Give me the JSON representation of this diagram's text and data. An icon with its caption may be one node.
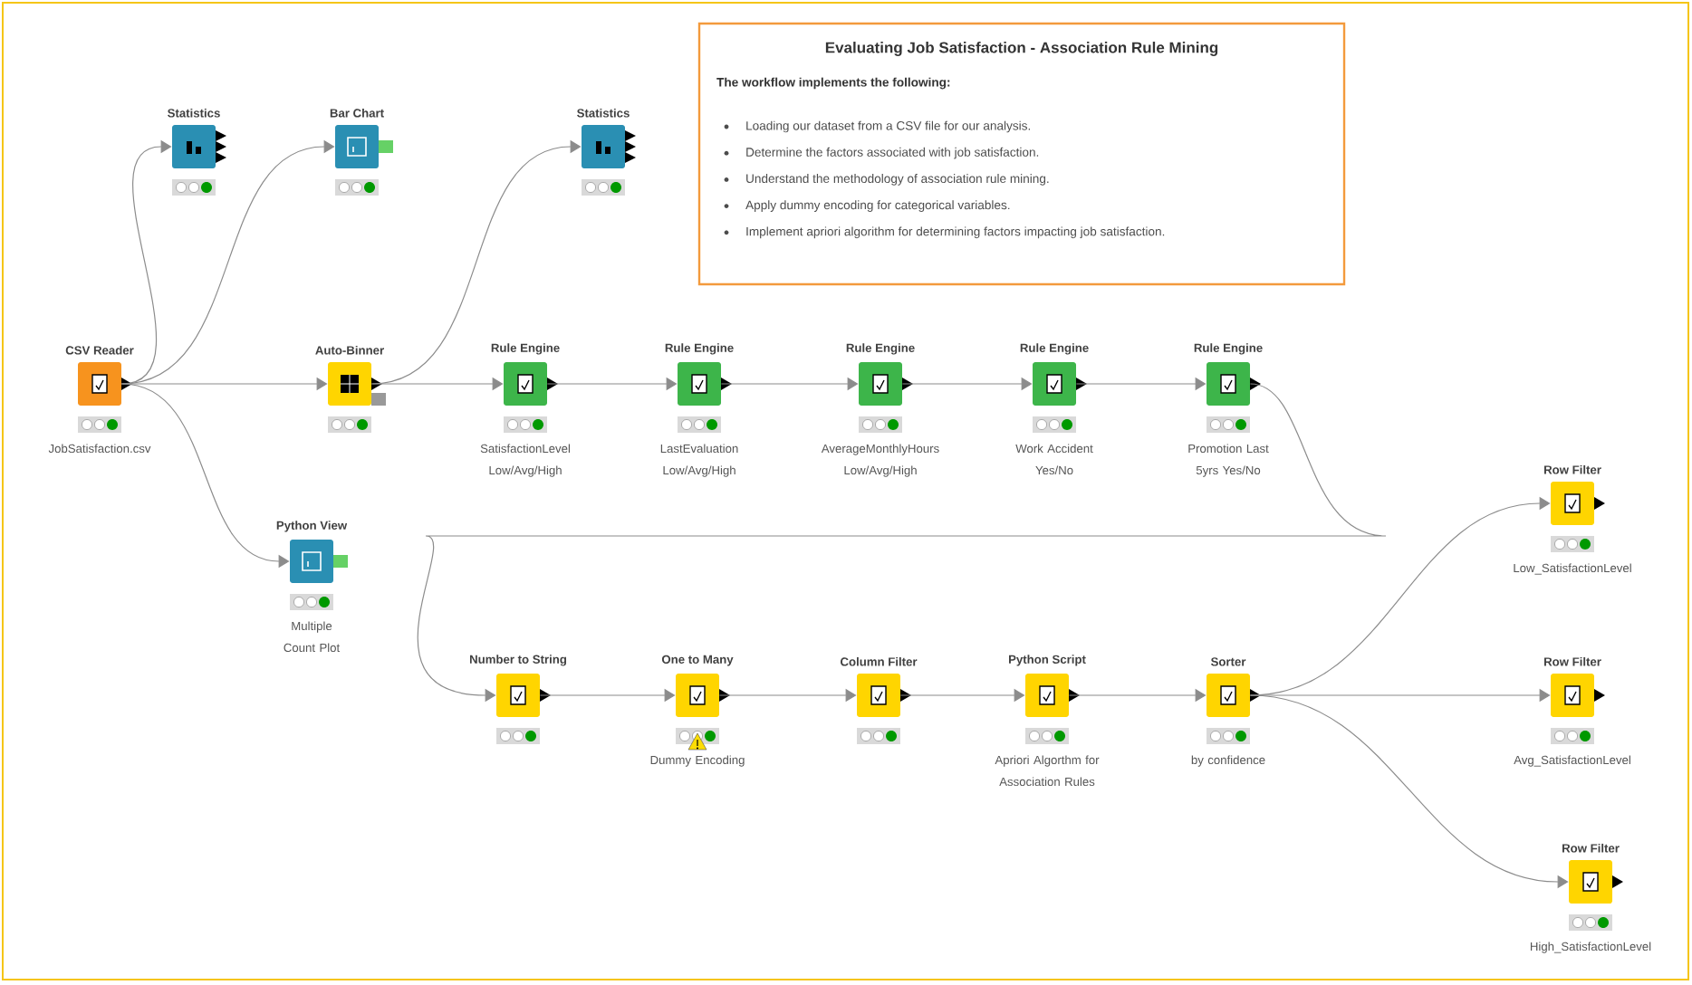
{
  "diagram": {
    "nodes": [
      {
        "text": [
          "Evaluating Job Satisfaction - Association Rule Mining",
          "The workflow implements the following:",
          "Loading our dataset from a CSV file for our analysis.",
          "Determine the factors associated with job satisfaction.",
          "Understand the methodology of association rule mining.",
          "Apply dummy encoding for categorical variables.",
          "Implement apriori algorithm for determining factors impacting job satisfaction."
        ]
      },
      {
        "text": [
          "Statistics"
        ]
      },
      {
        "text": [
          "Bar Chart"
        ]
      },
      {
        "text": [
          "Statistics"
        ]
      },
      {
        "text": [
          "CSV Reader"
        ],
        "beside": [
          "JobSatisfaction.csv"
        ]
      },
      {
        "text": [
          "Auto-Binner"
        ]
      },
      {
        "text": [
          "Rule Engine"
        ],
        "beside": [
          "SatisfactionLevel Low/Avg/High"
        ]
      },
      {
        "text": [
          "Rule Engine"
        ],
        "beside": [
          "LastEvaluation Low/Avg/High"
        ]
      },
      {
        "text": [
          "Rule Engine"
        ],
        "beside": [
          "AverageMonthlyHours Low/Avg/High"
        ]
      },
      {
        "text": [
          "Rule Engine"
        ],
        "beside": [
          "Work Accident Yes/No"
        ]
      },
      {
        "text": [
          "Rule Engine"
        ],
        "beside": [
          "Promotion Last 5yrs Yes/No"
        ]
      },
      {
        "text": [
          "Python View"
        ],
        "beside": [
          "Multiple Count Plot"
        ]
      },
      {
        "text": [
          "Row Filter"
        ],
        "beside": [
          "Low_SatisfactionLevel"
        ]
      },
      {
        "text": [
          "Number to String"
        ]
      },
      {
        "text": [
          "One to Many"
        ],
        "beside": [
          "Dummy Encoding"
        ]
      },
      {
        "text": [
          "Column Filter"
        ]
      },
      {
        "text": [
          "Python Script"
        ],
        "beside": [
          "Apriori Algorthm for Association Rules"
        ]
      },
      {
        "text": [
          "Sorter"
        ],
        "beside": [
          "by confidence"
        ]
      },
      {
        "text": [
          "Row Filter"
        ],
        "beside": [
          "Avg_SatisfactionLevel"
        ]
      },
      {
        "text": [
          "Row Filter"
        ],
        "beside": [
          "High_SatisfactionLevel"
        ]
      }
    ],
    "edges": [
      {
        "from": 4,
        "to": 1,
        "arrow": "to"
      },
      {
        "from": 4,
        "to": 2,
        "arrow": "to"
      },
      {
        "from": 4,
        "to": 5,
        "arrow": "to"
      },
      {
        "from": 4,
        "to": 11,
        "arrow": "to"
      },
      {
        "from": 5,
        "to": 3,
        "arrow": "to"
      },
      {
        "from": 5,
        "to": 6,
        "arrow": "to"
      },
      {
        "from": 6,
        "to": 7,
        "arrow": "to"
      },
      {
        "from": 7,
        "to": 8,
        "arrow": "to"
      },
      {
        "from": 8,
        "to": 9,
        "arrow": "to"
      },
      {
        "from": 9,
        "to": 10,
        "arrow": "to"
      },
      {
        "from": 10,
        "to": 13,
        "arrow": "to"
      },
      {
        "from": 13,
        "to": 14,
        "arrow": "to"
      },
      {
        "from": 14,
        "to": 15,
        "arrow": "to"
      },
      {
        "from": 15,
        "to": 16,
        "arrow": "to"
      },
      {
        "from": 16,
        "to": 17,
        "arrow": "to"
      },
      {
        "from": 17,
        "to": 12,
        "arrow": "to"
      },
      {
        "from": 17,
        "to": 18,
        "arrow": "to"
      },
      {
        "from": 17,
        "to": 19,
        "arrow": "to"
      }
    ]
  }
}
